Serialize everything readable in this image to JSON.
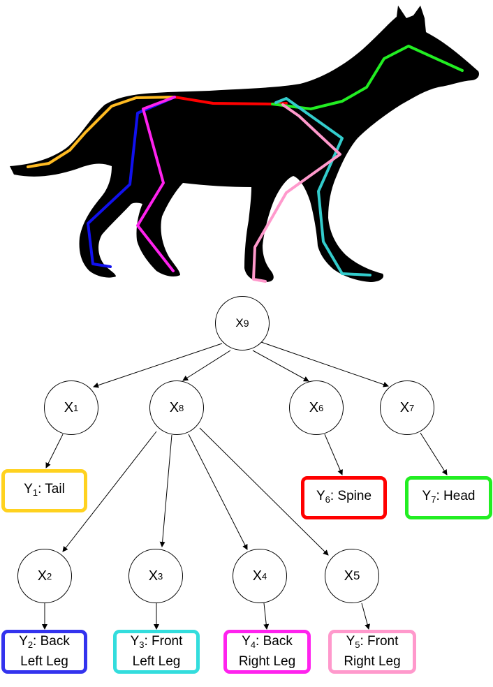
{
  "nodes": {
    "x9": {
      "letter": "X",
      "sub": "9"
    },
    "x1": {
      "letter": "X",
      "sub": "1"
    },
    "x8": {
      "letter": "X",
      "sub": "8"
    },
    "x6": {
      "letter": "X",
      "sub": "6"
    },
    "x7": {
      "letter": "X",
      "sub": "7"
    },
    "x2": {
      "letter": "X",
      "sub": "2"
    },
    "x3": {
      "letter": "X",
      "sub": "3"
    },
    "x4": {
      "letter": "X",
      "sub": "4"
    },
    "x5": {
      "letter": "X",
      "sub": "5"
    }
  },
  "leaves": {
    "y1": {
      "letter": "Y",
      "sub": "1",
      "label": ": Tail",
      "label2": "",
      "color": "#FFD21F"
    },
    "y6": {
      "letter": "Y",
      "sub": "6",
      "label": ": Spine",
      "label2": "",
      "color": "#FF0000"
    },
    "y7": {
      "letter": "Y",
      "sub": "7",
      "label": ": Head",
      "label2": "",
      "color": "#22EE22"
    },
    "y2": {
      "letter": "Y",
      "sub": "2",
      "label": ": Back",
      "label2": "Left Leg",
      "color": "#3333EE"
    },
    "y3": {
      "letter": "Y",
      "sub": "3",
      "label": ": Front",
      "label2": "Left Leg",
      "color": "#33DDDD"
    },
    "y4": {
      "letter": "Y",
      "sub": "4",
      "label": ": Back",
      "label2": "Right Leg",
      "color": "#FF22EE"
    },
    "y5": {
      "letter": "Y",
      "sub": "5",
      "label": ": Front",
      "label2": "Right Leg",
      "color": "#FF99CC"
    }
  },
  "skeleton_colors": {
    "tail": "#FFBB22",
    "spine": "#FF0000",
    "head": "#22EE22",
    "back_left_leg": "#1111EE",
    "back_right_leg": "#FF22EE",
    "front_left_leg": "#33CCCC",
    "front_right_leg": "#FF99CC"
  }
}
